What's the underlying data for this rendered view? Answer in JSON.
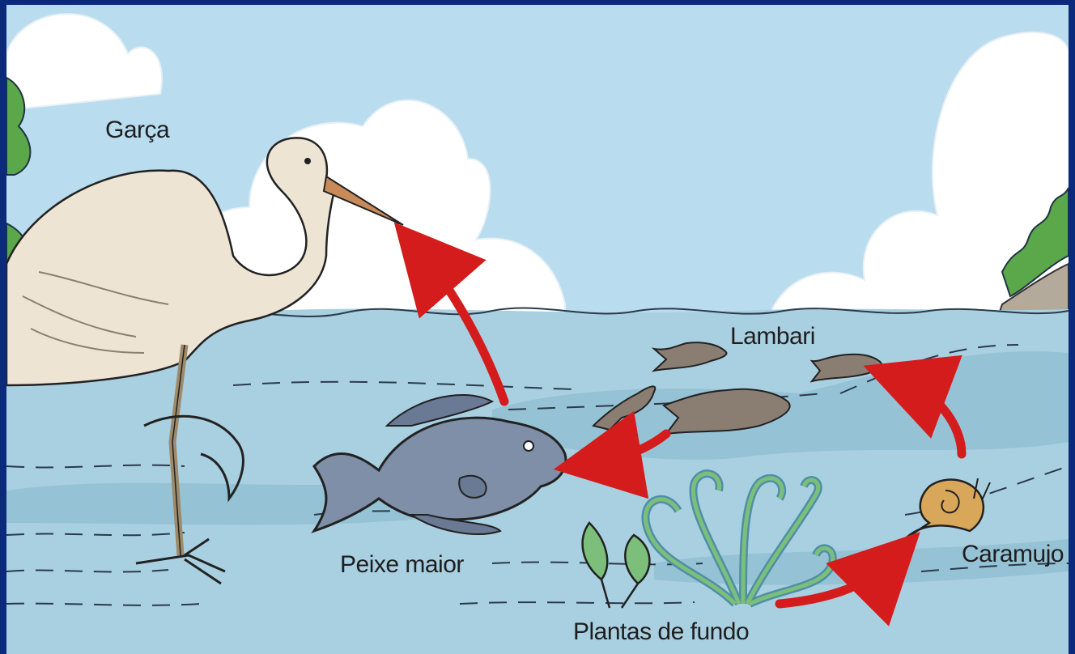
{
  "labels": {
    "heron": "Garça",
    "big_fish": "Peixe maior",
    "lambari": "Lambari",
    "snail": "Caramujo",
    "plants": "Plantas de fundo"
  },
  "colors": {
    "frame": "#0b2a7a",
    "sky": "#b9dcef",
    "water": "#a8cfe0",
    "arrow": "#d41c1c",
    "heron": "#ede4d4",
    "fish": "#7f8fa8",
    "lambari": "#8a7d72",
    "snail": "#d9a75a",
    "plants": "#7cbf7a"
  },
  "icons": [
    "heron",
    "big-fish",
    "lambari-fish",
    "snail",
    "bottom-plants",
    "tree"
  ]
}
